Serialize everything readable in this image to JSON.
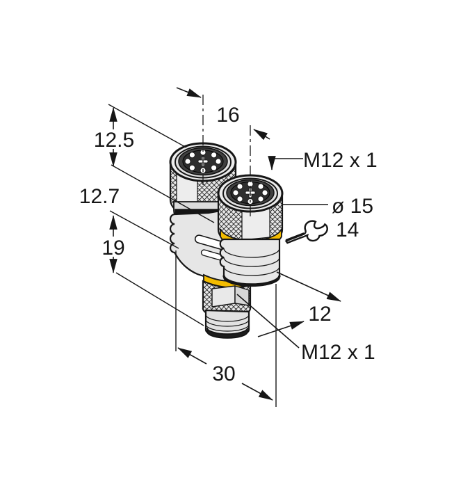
{
  "drawing": {
    "type": "technical-dimension-drawing",
    "subject": "M12 Y-splitter connector, two female M12 ports to one male M12",
    "labels": {
      "dim_12_5": "12.5",
      "dim_12_7": "12.7",
      "dim_19": "19",
      "dim_16": "16",
      "dim_30": "30",
      "dim_12": "12",
      "thread_top": "M12 x 1",
      "thread_bottom": "M12 x 1",
      "diameter": "ø 15",
      "wrench_size": "14"
    },
    "colors": {
      "line": "#161616",
      "seal_yellow": "#F3BC00",
      "metal_light": "#ECECEC",
      "metal_mid": "#E0E0E0",
      "face_dark": "#2E2E2E"
    }
  }
}
